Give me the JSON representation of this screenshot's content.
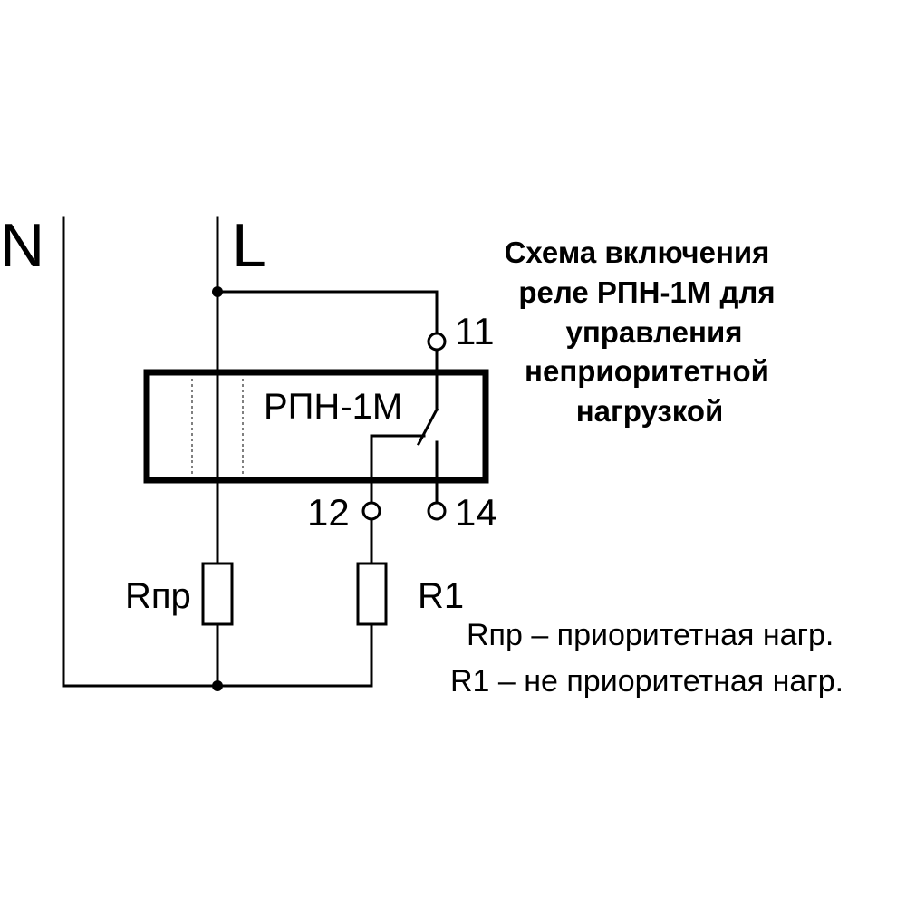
{
  "labels": {
    "neutral": "N",
    "line": "L",
    "relay": "РПН-1М",
    "terminal_11": "11",
    "terminal_12": "12",
    "terminal_14": "14",
    "r_priority": "Rпр",
    "r_one": "R1"
  },
  "title_lines": [
    "Схема включения",
    "реле РПН-1М для",
    "управления",
    "неприоритетной",
    "нагрузкой"
  ],
  "legend": [
    "Rпр – приоритетная нагр.",
    "R1 – не приоритетная нагр."
  ]
}
